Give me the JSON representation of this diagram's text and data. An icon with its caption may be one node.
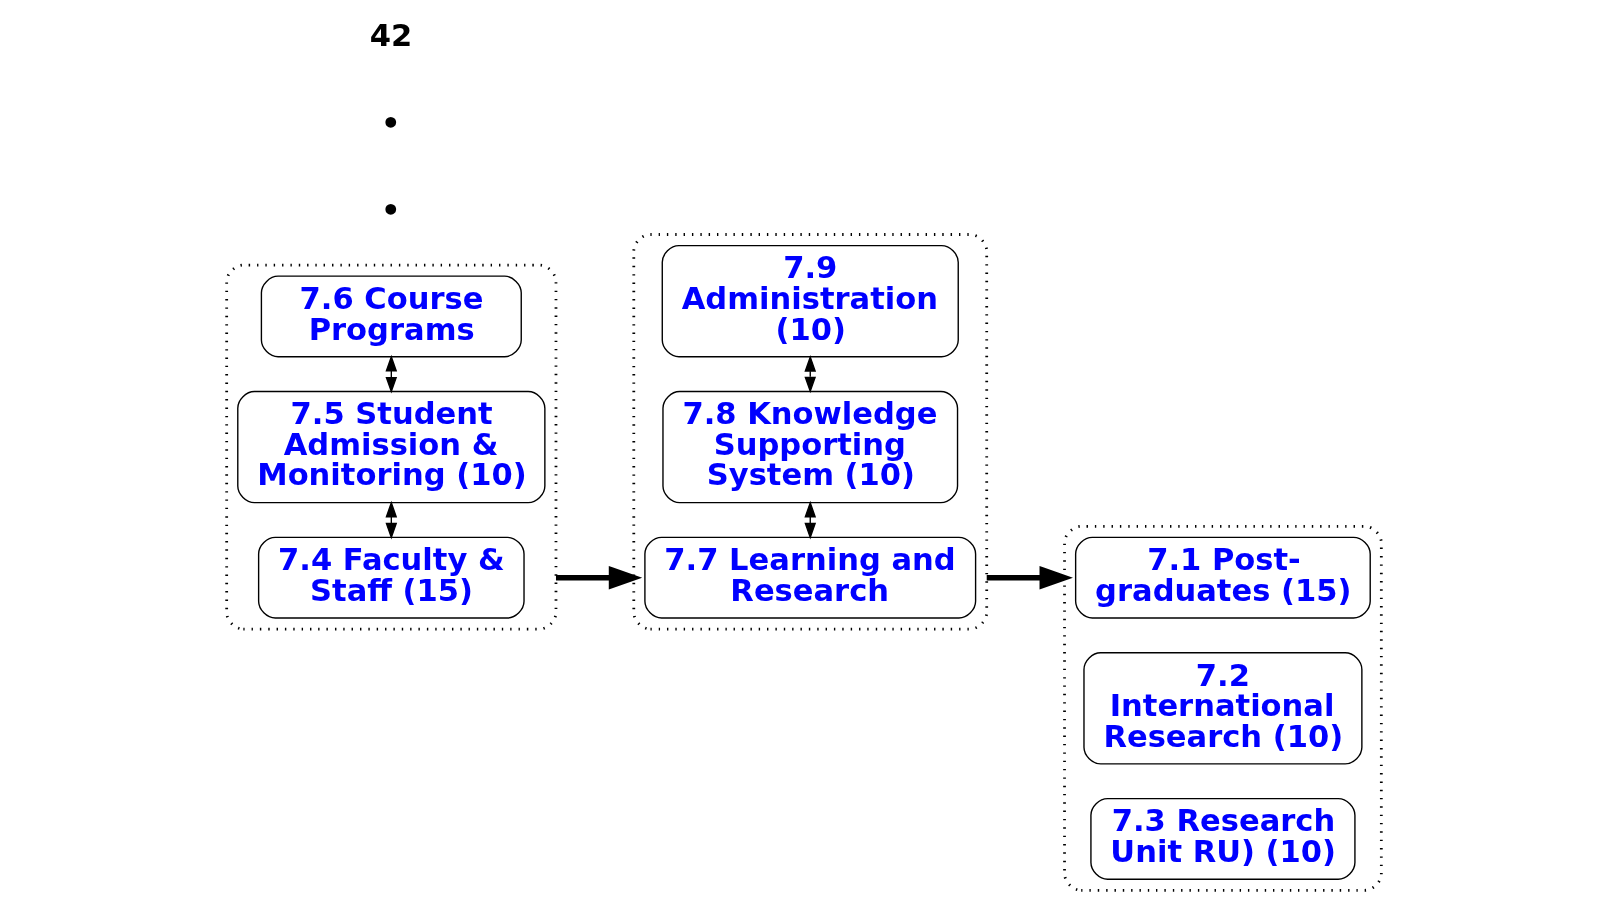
{
  "diagram": {
    "nodes": [
      {
        "text": [],
        "shape": "ellipse"
      },
      {
        "text": [
          "7.4 Faculty & Staff (15)"
        ],
        "in": 0
      },
      {
        "text": [
          "7.5 Student Admission & Monitoring (10)"
        ],
        "in": 0
      },
      {
        "text": [
          "7.6 Course Programs"
        ],
        "in": 0
      },
      {
        "text": [],
        "shape": "ellipse"
      },
      {
        "text": [
          "7.7 Learning and Research"
        ],
        "in": 4
      },
      {
        "text": [
          "7.8 Knowledge Supporting System (10)"
        ],
        "in": 4
      },
      {
        "text": [
          "7.9 Administration (10)"
        ],
        "in": 4
      },
      {
        "text": [],
        "shape": "ellipse"
      },
      {
        "text": [
          "7.1 Post-graduates (15)"
        ],
        "in": 8
      },
      {
        "text": [
          "7.2 International Research (10)"
        ],
        "in": 8
      },
      {
        "text": [
          "7.3 Research Unit RU) (10)"
        ],
        "in": 8
      }
    ],
    "edges": [
      {
        "from": 1,
        "to": 2,
        "arrow": "both"
      },
      {
        "from": 2,
        "to": 3,
        "arrow": "both"
      },
      {
        "from": 5,
        "to": 6,
        "arrow": "both"
      },
      {
        "from": 6,
        "to": 7,
        "arrow": "both"
      },
      {
        "from": 0,
        "to": 4,
        "arrow": "to",
        "style": "thick"
      },
      {
        "from": 4,
        "to": 8,
        "arrow": "to",
        "style": "thick"
      }
    ],
    "labels": [
      "•",
      "•",
      "42"
    ]
  }
}
